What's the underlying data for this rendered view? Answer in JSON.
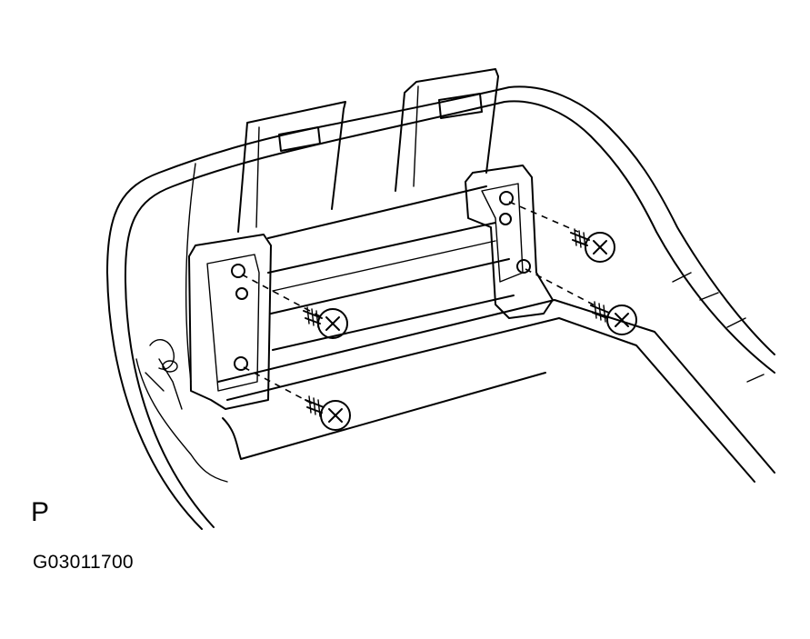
{
  "figure": {
    "view_label": "P",
    "figure_code": "G03011700",
    "screw_count": 4
  }
}
